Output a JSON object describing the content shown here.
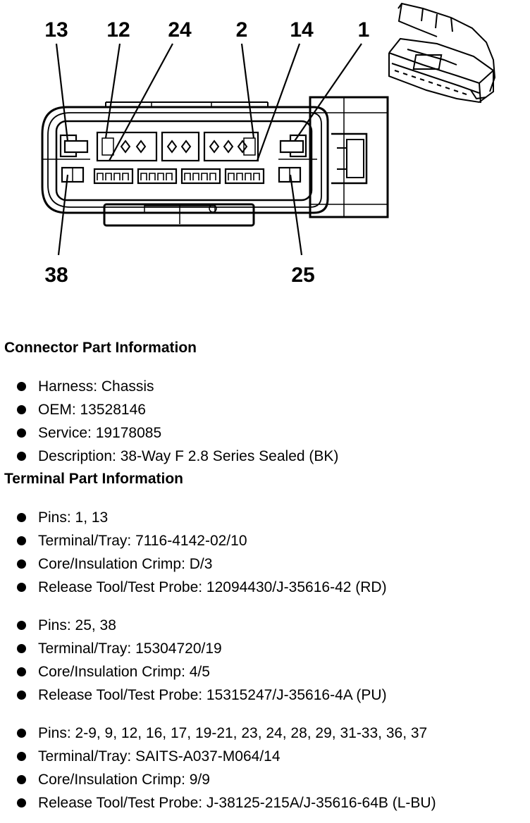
{
  "diagram": {
    "top_pin_labels": [
      "13",
      "12",
      "24",
      "2",
      "14",
      "1"
    ],
    "bottom_pin_labels": [
      "38",
      "25"
    ]
  },
  "connector": {
    "title": "Connector Part Information",
    "items": [
      "Harness: Chassis",
      "OEM: 13528146",
      "Service: 19178085",
      "Description: 38-Way F 2.8 Series Sealed (BK)"
    ]
  },
  "terminal": {
    "title": "Terminal Part Information",
    "groups": [
      {
        "items": [
          "Pins: 1, 13",
          "Terminal/Tray: 7116-4142-02/10",
          "Core/Insulation Crimp: D/3",
          "Release Tool/Test Probe: 12094430/J-35616-42 (RD)"
        ]
      },
      {
        "items": [
          "Pins: 25, 38",
          "Terminal/Tray: 15304720/19",
          "Core/Insulation Crimp: 4/5",
          "Release Tool/Test Probe: 15315247/J-35616-4A (PU)"
        ]
      },
      {
        "items": [
          "Pins: 2-9, 9, 12, 16, 17, 19-21, 23, 24, 28, 29, 31-33, 36, 37",
          "Terminal/Tray: SAITS-A037-M064/14",
          "Core/Insulation Crimp: 9/9",
          "Release Tool/Test Probe: J-38125-215A/J-35616-64B (L-BU)"
        ]
      }
    ]
  }
}
